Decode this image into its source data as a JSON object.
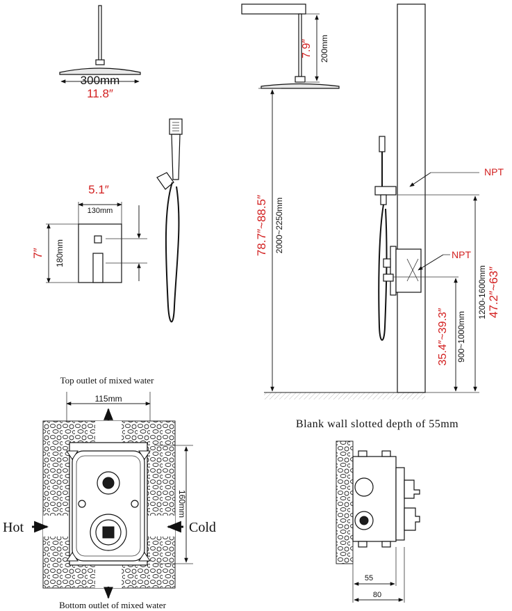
{
  "colors": {
    "imperial": "#d21f1f",
    "metric": "#111111",
    "line": "#222222"
  },
  "rain_head": {
    "width_mm": "300mm",
    "width_in": "11.8″"
  },
  "ceiling_arm": {
    "length_mm": "200mm",
    "length_in": "7.9″"
  },
  "heights": {
    "head_mm": "2000~2250mm",
    "head_in": "78.7″~88.5″",
    "holder_mm": "1200-1600mm",
    "holder_in": "47.2″~63″",
    "valve_mm": "900~1000mm",
    "valve_in": "35.4″~39.3″"
  },
  "connections": {
    "npt_top": "NPT",
    "npt_valve": "NPT"
  },
  "trim_plate": {
    "width_mm": "130mm",
    "width_in": "5.1″",
    "height_mm": "180mm",
    "height_in": "7″"
  },
  "valve_box": {
    "top_outlet": "Top outlet of mixed water",
    "bottom_outlet": "Bottom outlet of mixed water",
    "width_mm": "115mm",
    "height_mm": "160mm",
    "hot": "Hot",
    "cold": "Cold"
  },
  "side_view": {
    "caption": "Blank wall slotted depth of 55mm",
    "depth_inner": "55",
    "depth_outer": "80"
  }
}
